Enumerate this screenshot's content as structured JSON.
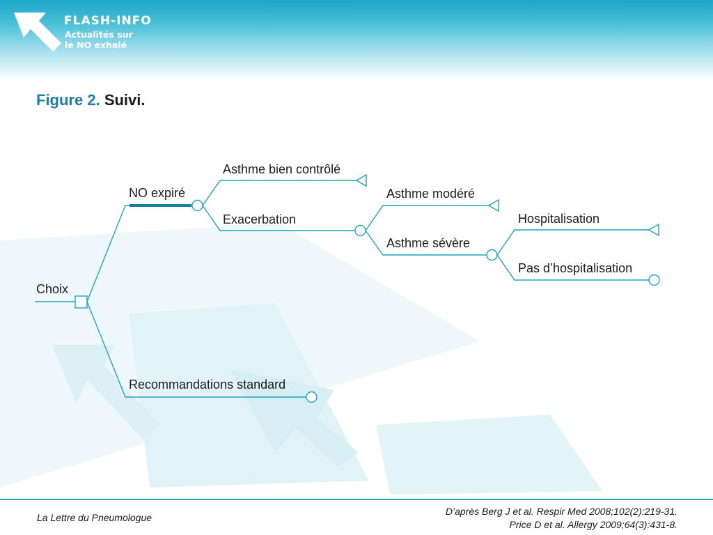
{
  "header": {
    "logo_title": "FLASH-INFO",
    "logo_subtitle_line1": "Actualités sur",
    "logo_subtitle_line2": "le NO exhalé"
  },
  "figure": {
    "number": "Figure 2.",
    "title": "Suivi."
  },
  "tree": {
    "root": "Choix",
    "branch_no": "NO expiré",
    "branch_standard": "Recommandations standard",
    "controlled": "Asthme bien contrôlé",
    "exacerbation": "Exacerbation",
    "moderate": "Asthme modéré",
    "severe": "Asthme sévère",
    "hospitalisation": "Hospitalisation",
    "no_hospitalisation": "Pas d’hospitalisation"
  },
  "footer": {
    "journal": "La Lettre du Pneumologue",
    "reference_1": "D’après Berg J et al. Respir Med 2008;102(2):219-31.",
    "reference_2": "Price D et al. Allergy 2009;64(3):431-8."
  },
  "colors": {
    "accent": "#1fa3c2",
    "figure_number": "#1c7fa7",
    "emphasis_line": "#1a7e9c"
  }
}
